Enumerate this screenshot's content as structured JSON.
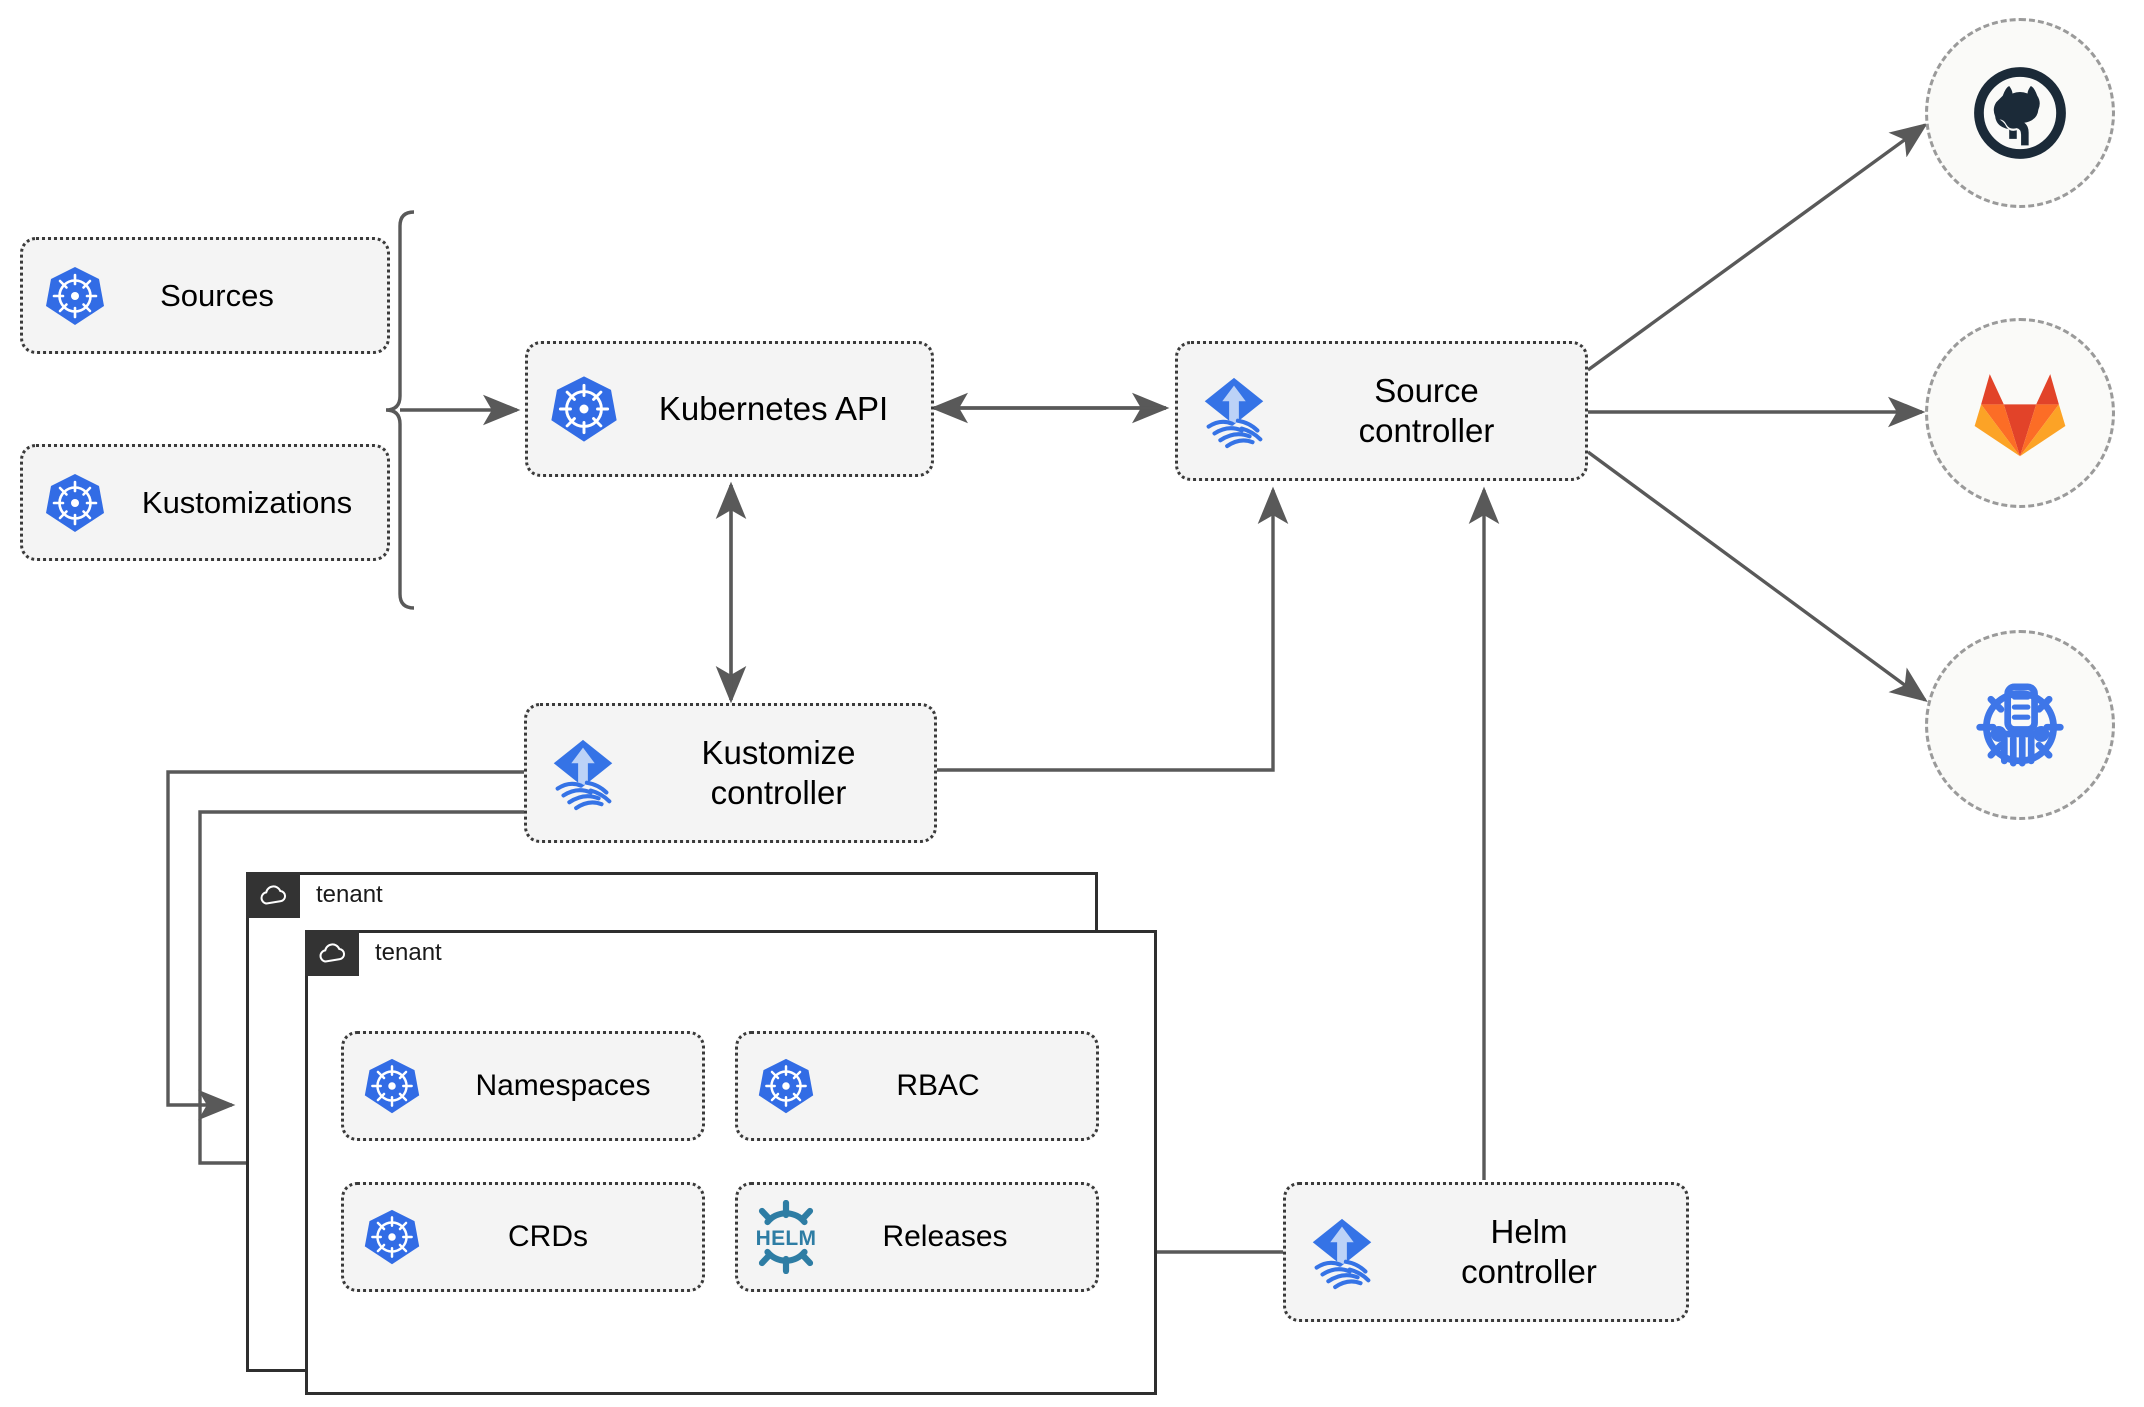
{
  "diagram": {
    "title": "Flux GitOps multi-tenancy architecture",
    "colors": {
      "kubernetes_blue": "#326CE5",
      "flux_blue": "#3573E6",
      "helm_teal": "#277A9F",
      "github_navy": "#1B2A38",
      "gitlab_red": "#E24329",
      "gitlab_orange": "#FC6D26",
      "gitlab_amber": "#FCA326",
      "edge_gray": "#595959",
      "card_fill": "#f4f4f4",
      "card_border": "#3a3a3a",
      "tenant_header": "#333333"
    },
    "nodes": {
      "sources": {
        "label": "Sources",
        "icon": "kubernetes-icon"
      },
      "kustomizations": {
        "label": "Kustomizations",
        "icon": "kubernetes-icon"
      },
      "kubernetes_api": {
        "label": "Kubernetes API",
        "icon": "kubernetes-icon"
      },
      "source_controller": {
        "label": "Source\ncontroller",
        "icon": "flux-icon"
      },
      "kustomize_controller": {
        "label": "Kustomize\ncontroller",
        "icon": "flux-icon"
      },
      "helm_controller": {
        "label": "Helm\ncontroller",
        "icon": "flux-icon"
      },
      "namespaces": {
        "label": "Namespaces",
        "icon": "kubernetes-icon"
      },
      "rbac": {
        "label": "RBAC",
        "icon": "kubernetes-icon"
      },
      "crds": {
        "label": "CRDs",
        "icon": "kubernetes-icon"
      },
      "releases": {
        "label": "Releases",
        "icon": "helm-icon"
      }
    },
    "tenants": [
      {
        "label": "tenant",
        "icon": "cloud-icon"
      },
      {
        "label": "tenant",
        "icon": "cloud-icon"
      }
    ],
    "repositories": [
      {
        "name": "github",
        "icon": "github-icon"
      },
      {
        "name": "gitlab",
        "icon": "gitlab-icon"
      },
      {
        "name": "helm-repository",
        "icon": "helm-chart-repository-icon"
      }
    ]
  }
}
